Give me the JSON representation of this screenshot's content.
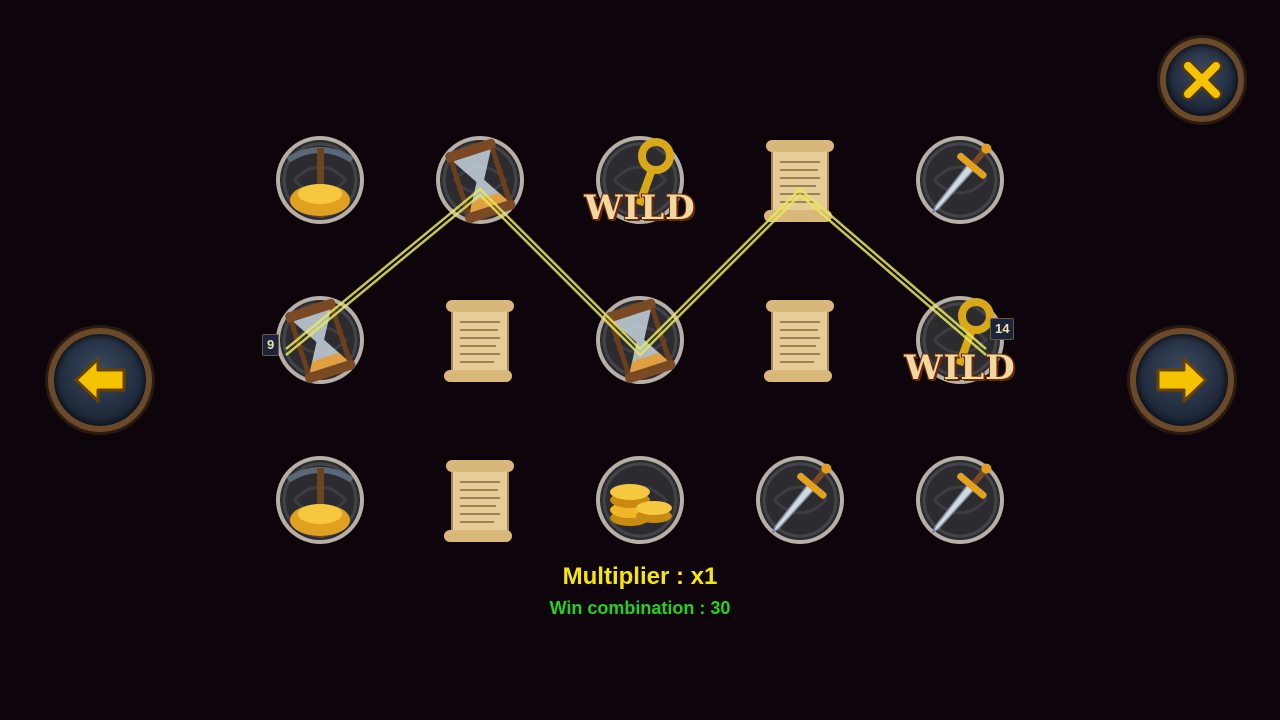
{
  "controls": {
    "close_icon": "close-icon",
    "prev_icon": "arrow-left-icon",
    "next_icon": "arrow-right-icon",
    "accent_color": "#f5c400"
  },
  "reels": [
    [
      "pickaxe-gold",
      "hourglass",
      "pickaxe-gold"
    ],
    [
      "hourglass",
      "scroll",
      "scroll"
    ],
    [
      "wild-key",
      "hourglass",
      "gold-coins"
    ],
    [
      "scroll",
      "scroll",
      "sword"
    ],
    [
      "sword",
      "wild-key",
      "sword"
    ]
  ],
  "wild_label": "WILD",
  "payline": {
    "start_label": "9",
    "end_label": "14",
    "color": "#e8e85a"
  },
  "result": {
    "multiplier_text": "Multiplier : x1",
    "win_text": "Win combination : 30",
    "multiplier_color": "#f5e70a",
    "win_color": "#22d41a"
  }
}
